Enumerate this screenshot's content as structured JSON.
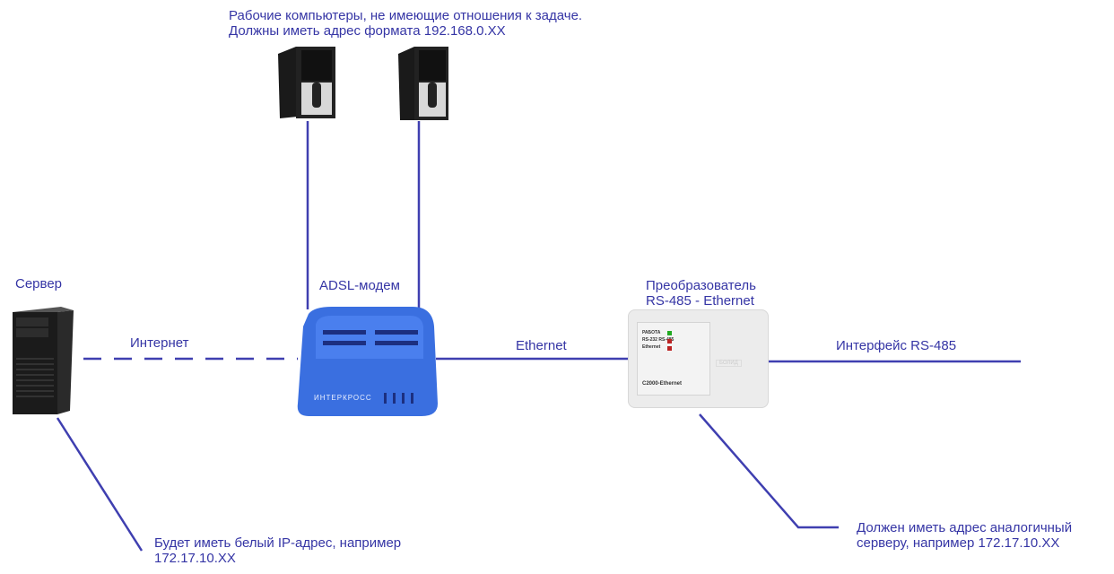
{
  "colors": {
    "line": "#3f3fb0",
    "text": "#3535a5",
    "modem": "#3a6fe0",
    "converter": "#ececec"
  },
  "top_note": [
    "Рабочие компьютеры, не имеющие отношения к задаче.",
    "Должны иметь адрес формата 192.168.0.XX"
  ],
  "server": {
    "label": "Сервер",
    "note": [
      "Будет иметь белый IP-адрес, например",
      "172.17.10.XX"
    ]
  },
  "internet_label": "Интернет",
  "modem": {
    "label": "ADSL-модем",
    "brand": "ИНТЕРКРОСС"
  },
  "ethernet_label": "Ethernet",
  "converter": {
    "label": [
      "Преобразователь",
      "RS-485 - Ethernet"
    ],
    "model": "C2000-Ethernet",
    "brand": "БОЛИД",
    "leds": [
      "РАБОТА",
      "RS-232 RS-485",
      "Ethernet"
    ],
    "note": [
      "Должен иметь адрес аналогичный",
      "серверу, например 172.17.10.XX"
    ]
  },
  "rs485_label": "Интерфейс RS-485"
}
